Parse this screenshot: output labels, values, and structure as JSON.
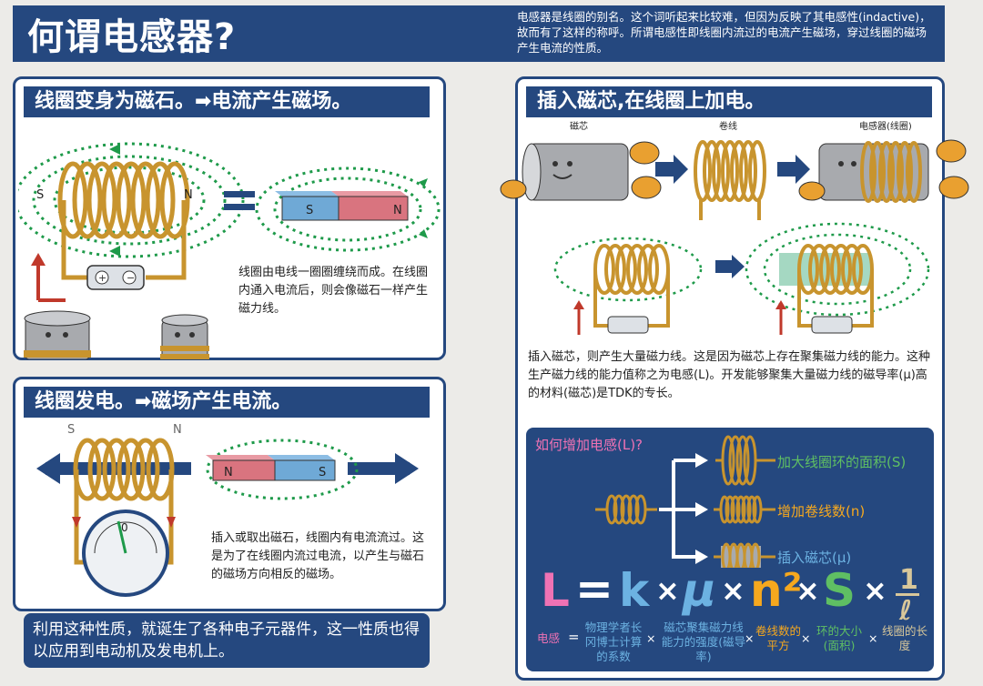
{
  "header": {
    "title": "何谓电感器?",
    "description": "电感器是线圈的别名。这个词听起来比较难，但因为反映了其电感性(indactive)，故而有了这样的称呼。所谓电感性即线圈内流过的电流产生磁场，穿过线圈的磁场产生电流的性质。"
  },
  "section1": {
    "title": "线圈变身为磁石。➡电流产生磁场。",
    "pole_s": "S",
    "pole_n": "N",
    "magnet_s": "S",
    "magnet_n": "N",
    "text": "线圈由电线一圈圈缠绕而成。在线圈内通入电流后，则会像磁石一样产生磁力线。"
  },
  "section2": {
    "title": "线圈发电。➡磁场产生电流。",
    "pole_s": "S",
    "pole_n": "N",
    "magnet_n": "N",
    "magnet_s": "S",
    "meter_zero": "0",
    "text": "插入或取出磁石，线圈内有电流流过。这是为了在线圈内流过电流，以产生与磁石的磁场方向相反的磁场。"
  },
  "bottom_note": "利用这种性质，就诞生了各种电子元器件，这一性质也得以应用到电动机及发电机上。",
  "section3": {
    "title": "插入磁芯,在线圈上加电。",
    "label_core": "磁芯",
    "label_coil": "卷线",
    "label_inductor": "电感器(线圈)",
    "text": "插入磁芯，则产生大量磁力线。这是因为磁芯上存在聚集磁力线的能力。这种生产磁力线的能力值称之为电感(L)。开发能够聚集大量磁力线的磁导率(μ)高的材料(磁芯)是TDK的专长。"
  },
  "increase": {
    "title": "如何增加电感(L)?",
    "option1": "加大线圈环的面积(S)",
    "option2": "增加卷线数(n)",
    "option3": "插入磁芯(μ)",
    "formula": {
      "L": "L",
      "eq": "=",
      "k": "k",
      "x": "×",
      "mu": "μ",
      "n2": "n²",
      "S": "S",
      "one": "1",
      "ell": "ℓ"
    },
    "captions": {
      "L": "电感",
      "eq": "=",
      "k": "物理学者长冈博士计算的系数",
      "x": "×",
      "mu": "磁芯聚集磁力线能力的强度(磁导率)",
      "n2": "卷线数的平方",
      "S": "环的大小(面积)",
      "ell": "线圈的长度"
    }
  },
  "colors": {
    "navy": "#25487f",
    "field_green": "#1e9a4a",
    "coil_gold": "#c8942e",
    "magnet_blue": "#6fa9d6",
    "magnet_red": "#d9747f",
    "formula_pink": "#ef72b4",
    "formula_blue": "#6cb2e2",
    "formula_orange": "#f6a81e",
    "formula_green": "#5fbf63",
    "formula_tan": "#d8c79a"
  }
}
